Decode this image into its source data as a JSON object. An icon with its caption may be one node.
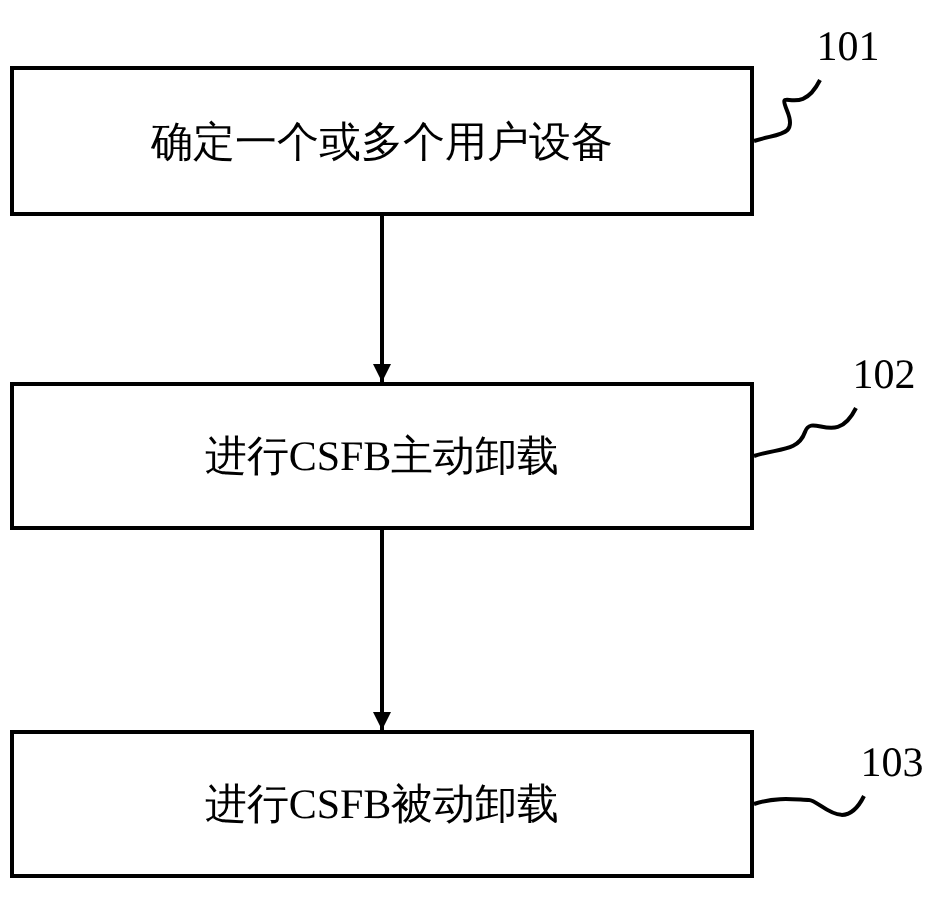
{
  "diagram": {
    "nodes": [
      {
        "text": [
          "确定一个或多个用户设备"
        ]
      },
      {
        "text": [
          "进行CSFB主动卸载"
        ]
      },
      {
        "text": [
          "进行CSFB被动卸载"
        ]
      },
      {
        "text": [
          "101"
        ]
      },
      {
        "text": [
          "102"
        ]
      },
      {
        "text": [
          "103"
        ]
      }
    ],
    "edges": [
      {
        "from": 0,
        "to": 1,
        "arrow": "to"
      },
      {
        "from": 1,
        "to": 2,
        "arrow": "to"
      },
      {
        "from": 3,
        "to": 0,
        "arrow": "none"
      },
      {
        "from": 4,
        "to": 1,
        "arrow": "none"
      },
      {
        "from": 5,
        "to": 2,
        "arrow": "none"
      }
    ]
  }
}
